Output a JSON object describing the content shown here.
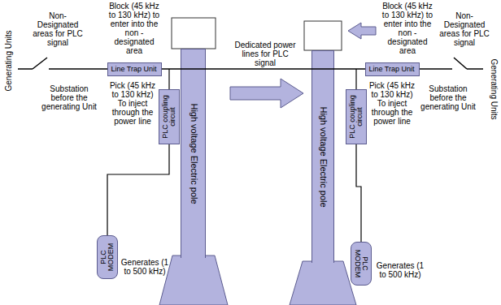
{
  "diagram": {
    "nodes": [
      {
        "text": [
          "Line Trap Unit"
        ]
      },
      {
        "text": [
          "Line Trap Unit"
        ]
      },
      {
        "text": [
          "PLC coupling circuit"
        ]
      },
      {
        "text": [
          "PLC coupling circuit"
        ]
      },
      {
        "text": [
          "High voltage Electric pole"
        ]
      },
      {
        "text": [
          "High voltage Electric pole"
        ]
      },
      {
        "text": [
          "PLC MODEM"
        ]
      },
      {
        "text": [
          "PLC MODEM"
        ]
      }
    ],
    "edges": [
      {
        "from": 2,
        "to": 6,
        "arrow": "none"
      },
      {
        "from": 3,
        "to": 7,
        "arrow": "none"
      }
    ],
    "labels": [
      "Generating Units",
      "Non-Designated areas for PLC signal",
      "Substation before the generating Unit",
      "Block (45 kHz to 130 kHz) to enter into the non - designated area",
      "Pick (45 kHz to 130 kHz) To inject through the power line",
      "Generates (1 to 500 kHz)",
      "Dedicated power lines for PLC signal",
      "Block (45 kHz to 130 kHz) to enter into the non - designated area",
      "Pick (45 kHz to 130 kHz) To inject through the power line",
      "Substation before the generating Unit",
      "Non-Designated areas for PLC signal",
      "Generating Units",
      "Generates (1 to 500 kHz)"
    ]
  }
}
